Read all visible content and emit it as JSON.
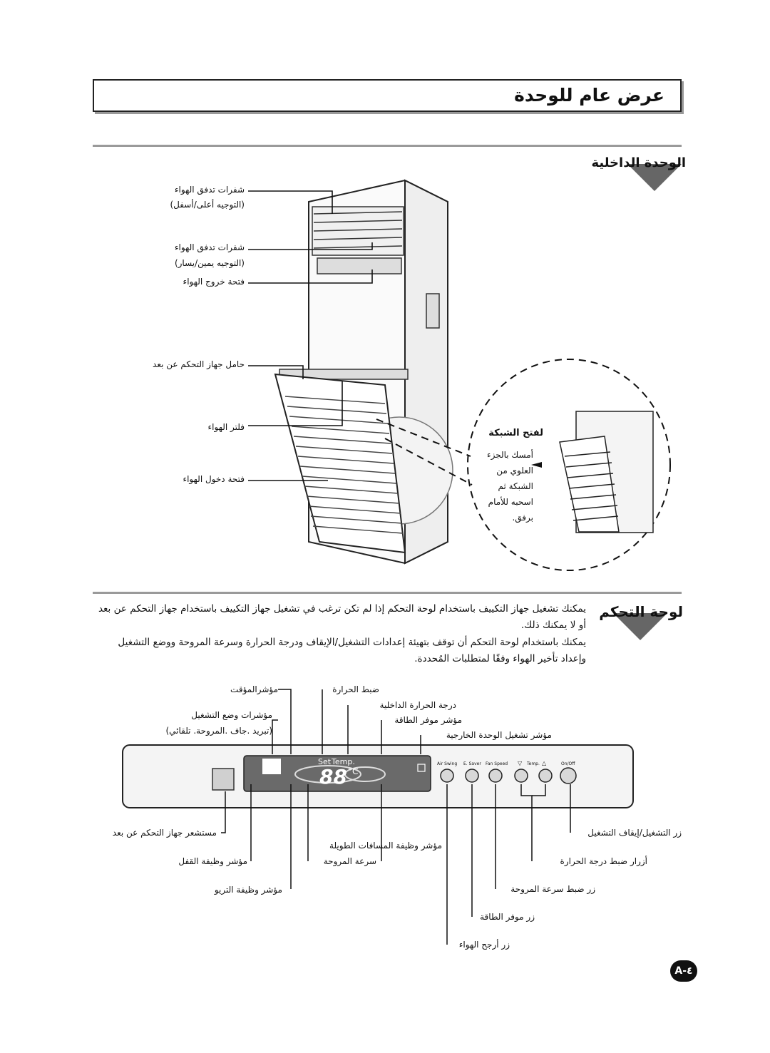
{
  "page": {
    "title": "عرض عام للوحدة",
    "page_number": "A-٤"
  },
  "indoor_unit": {
    "heading": "الوحدة الداخلية",
    "labels": {
      "louver_lr_1": "شفرات تدفق الهواء",
      "louver_lr_2": "(التوجيه أعلى/أسفل)",
      "louver_ud_1": "شفرات تدفق الهواء",
      "louver_ud_2": "(التوجيه يمين/يسار)",
      "air_outlet": "فتحة خروج الهواء",
      "remote_holder": "حامل جهاز التحكم عن بعد",
      "air_filter": "فلتر الهواء",
      "air_inlet": "فتحة دخول الهواء"
    },
    "grille_callout": {
      "title": "لفتح الشبكة",
      "text": [
        "أمسك بالجزء",
        "العلوي من",
        "الشبكة ثم",
        "اسحبه للأمام",
        "برفق."
      ]
    }
  },
  "control_panel": {
    "heading": "لوحة التحكم",
    "paragraph_1": "يمكنك تشغيل جهاز التكييف باستخدام لوحة التحكم إذا لم تكن ترغب في تشغيل جهاز التكييف باستخدام جهاز التحكم عن بعد أو لا يمكنك ذلك.",
    "paragraph_2": "يمكنك باستخدام لوحة التحكم أن توقف بتهيئة إعدادات التشغيل/الإيقاف ودرجة الحرارة وسرعة المروحة ووضع التشغيل وإعداد تأخير الهواء وفقًا لمتطلبات المُحددة.",
    "top_labels": {
      "timer": "مؤشرالمؤقت",
      "mode_1": "مؤشرات وضع التشغيل",
      "mode_2": "(تبريد .جاف .المروحة. تلقائي)",
      "set_temp": "ضبط الحرارة",
      "indoor_temp": "درجة الحرارة الداخلية",
      "energy_saver": "مؤشر موفر الطاقة",
      "outdoor_op": "مؤشر تشغيل الوحدة الخارجية"
    },
    "bottom_labels": {
      "receiver": "مستشعر جهاز التحكم عن بعد",
      "lock": "مؤشر وظيفة القفل",
      "swing_ind": "مؤشر وظيفة التريو",
      "long_distance": "مؤشر وظيفة المسافات الطويلة",
      "fan_speed_ind": "سرعة المروحة",
      "btn_onoff": "زر التشغيل/إيقاف التشغيل",
      "btn_temp": "أزرار ضبط درجة الحرارة",
      "btn_fan": "زر ضبط سرعة المروحة",
      "btn_esaver": "زر موفر الطاقة",
      "btn_swing": "زر أرجح الهواء"
    },
    "display": {
      "set": "Set",
      "temp": "Temp.",
      "digits": "88",
      "unit": "°C"
    },
    "buttons": {
      "air_swing": "Air Swing",
      "e_saver": "E. Saver",
      "fan_speed": "Fan Speed",
      "temp": "Temp.",
      "temp_down": "▽",
      "temp_up": "△",
      "on_off": "On/Off"
    }
  }
}
